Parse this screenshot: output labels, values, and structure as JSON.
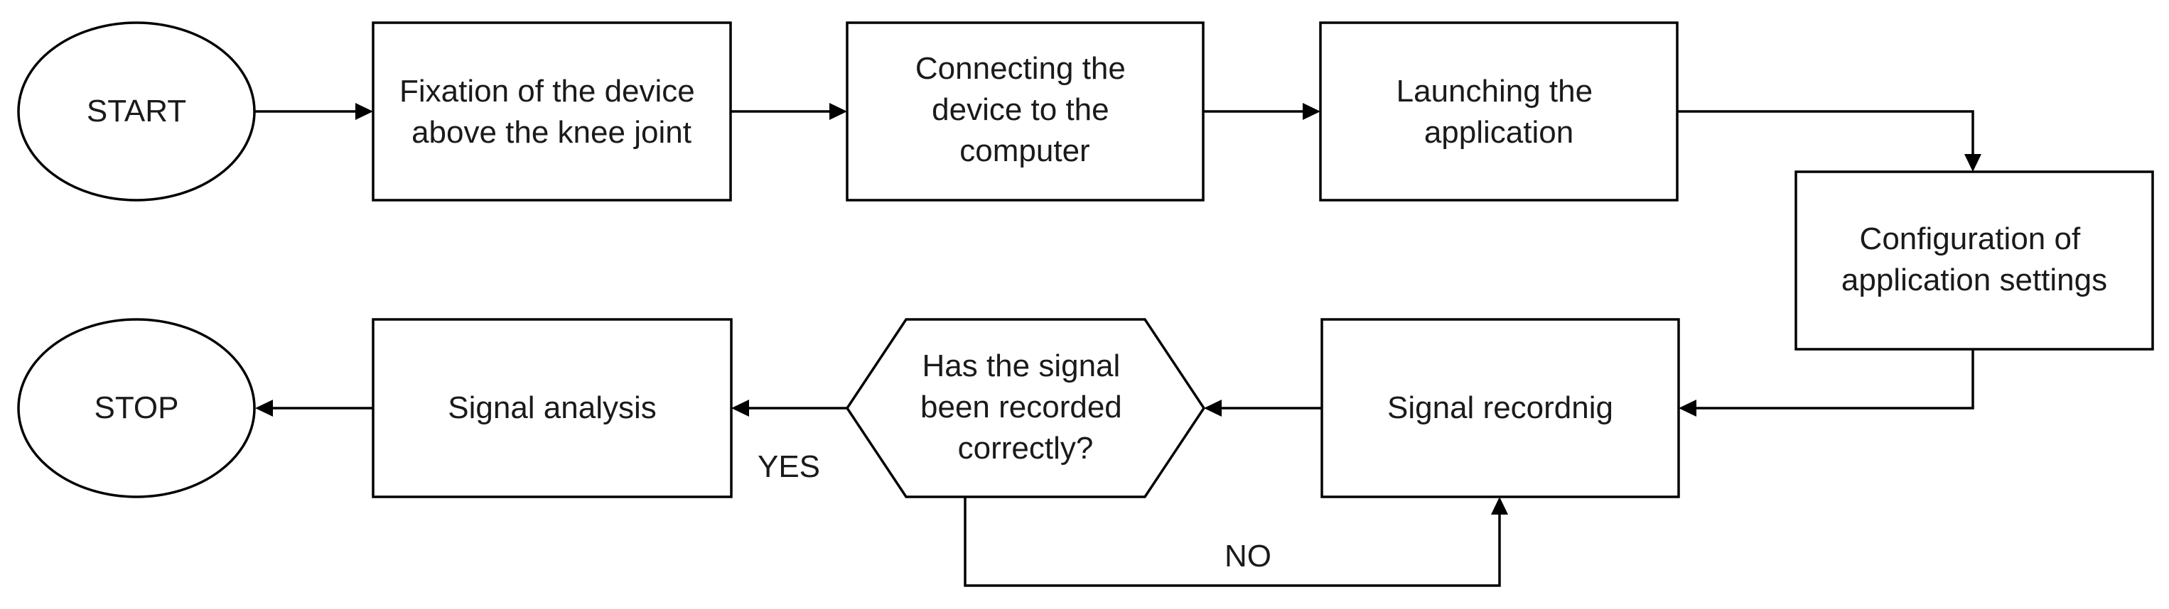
{
  "diagram": {
    "nodes": {
      "start": {
        "label": "START",
        "shape": "ellipse"
      },
      "fixation": {
        "lines": [
          "Fixation of the device",
          "above the knee joint"
        ],
        "shape": "rectangle"
      },
      "connecting": {
        "lines": [
          "Connecting the",
          "device to the",
          "computer"
        ],
        "shape": "rectangle"
      },
      "launching": {
        "lines": [
          "Launching the",
          "application"
        ],
        "shape": "rectangle"
      },
      "configuration": {
        "lines": [
          "Configuration of",
          "application settings"
        ],
        "shape": "rectangle"
      },
      "recording": {
        "label": "Signal recordnig",
        "shape": "rectangle"
      },
      "decision": {
        "lines": [
          "Has the signal",
          "been recorded",
          "correctly?"
        ],
        "shape": "hexagon"
      },
      "analysis": {
        "label": "Signal analysis",
        "shape": "rectangle"
      },
      "stop": {
        "label": "STOP",
        "shape": "ellipse"
      }
    },
    "edge_labels": {
      "yes": "YES",
      "no": "NO"
    }
  }
}
